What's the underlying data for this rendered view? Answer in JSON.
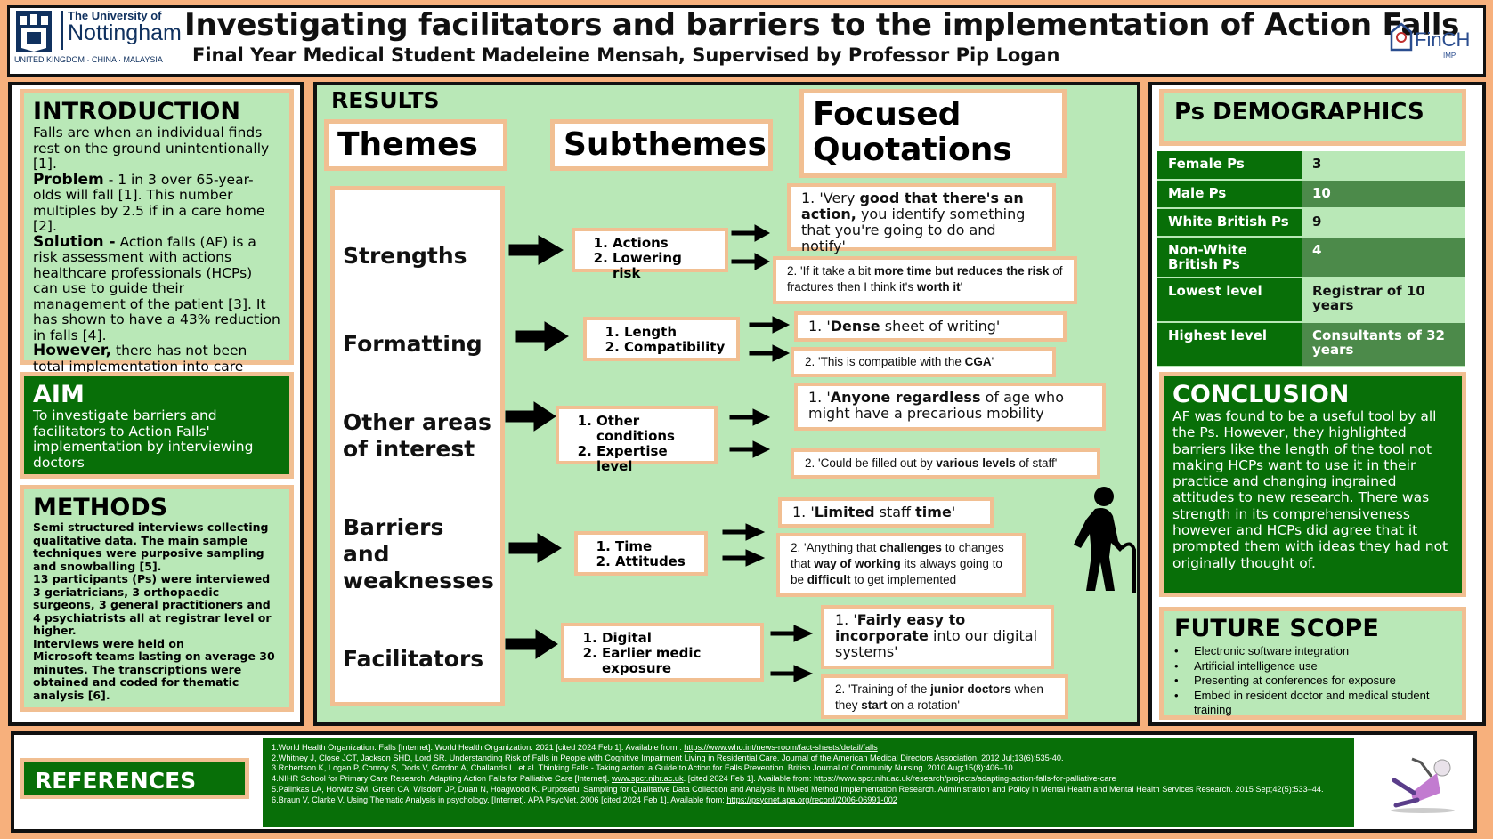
{
  "header": {
    "university": {
      "the": "The University of",
      "name": "Nottingham",
      "tagline": "UNITED KINGDOM · CHINA · MALAYSIA"
    },
    "title": "Investigating facilitators and barriers to the implementation of Action Falls",
    "subtitle": "Final Year Medical Student Madeleine Mensah, Supervised by Professor Pip Logan",
    "partner_logo": {
      "text": "FinCH",
      "sub": "IMP"
    }
  },
  "introduction": {
    "title": "INTRODUCTION",
    "p1": "Falls are when an individual finds rest on the ground unintentionally [1].",
    "problem_label": "Problem",
    "problem_text": " - 1 in 3 over 65-year-olds will fall [1]. This number multiples by 2.5 if in a care home [2].",
    "solution_label": "Solution -",
    "solution_text": " Action falls (AF) is a risk assessment with actions healthcare professionals (HCPs) can use to guide their management of the patient [3]. It has shown to have a 43% reduction in falls [4].",
    "however_label": "However,",
    "however_text": " there has not been total implementation into care homes limiting the number of vulnerable people it could benefit."
  },
  "aim": {
    "title": "AIM",
    "text": "To investigate barriers and facilitators to Action Falls' implementation by interviewing doctors"
  },
  "methods": {
    "title": "METHODS",
    "p1": "Semi structured interviews collecting qualitative data. The main sample techniques were purposive sampling and snowballing [5].",
    "p2": "13 participants (Ps) were interviewed 3 geriatricians, 3 orthopaedic surgeons, 3 general practitioners and 4 psychiatrists all at registrar level or higher.",
    "p3": "Interviews were held on",
    "p4": "Microsoft teams lasting on average 30 minutes. The transcriptions were obtained and coded for thematic analysis [6]."
  },
  "results": {
    "title": "RESULTS",
    "themes_head": "Themes",
    "subthemes_head": "Subthemes",
    "quotes_head_1": "Focused",
    "quotes_head_2": "Quotations",
    "themes": [
      {
        "l1": "Strengths",
        "l2": "",
        "l3": ""
      },
      {
        "l1": "Formatting",
        "l2": "",
        "l3": ""
      },
      {
        "l1": "Other areas",
        "l2": "of interest",
        "l3": ""
      },
      {
        "l1": "Barriers",
        "l2": "and",
        "l3": "weaknesses"
      },
      {
        "l1": "Facilitators",
        "l2": "",
        "l3": ""
      }
    ],
    "subthemes": [
      [
        "Actions",
        "Lowering risk"
      ],
      [
        "Length",
        "Compatibility"
      ],
      [
        "Other conditions",
        "Expertise level"
      ],
      [
        "Time",
        "Attitudes"
      ],
      [
        "Digital",
        "Earlier medic exposure"
      ]
    ],
    "quotes": {
      "s1": {
        "a": "1. 'Very ",
        "b": "good that there's an action,",
        "c": " you identify something that you're going to do and notify'"
      },
      "s2": {
        "a": "2. 'If it take a bit ",
        "b": "more time but reduces the risk",
        "c": " of fractures then I think it's ",
        "d": "worth it",
        "e": "'"
      },
      "f1": {
        "a": "1. '",
        "b": "Dense",
        "c": " sheet of writing'"
      },
      "f2": {
        "a": "2. 'This is compatible with the ",
        "b": "CGA",
        "c": "'"
      },
      "o1": {
        "a": "1. '",
        "b": "Anyone regardless",
        "c": " of age who might have a precarious mobility"
      },
      "o2": {
        "a": "2. 'Could be filled out by ",
        "b": "various levels",
        "c": " of staff'"
      },
      "b1": {
        "a": "1. '",
        "b": "Limited",
        "c": " staff ",
        "d": "time",
        "e": "'"
      },
      "b2": {
        "a": "2. 'Anything that ",
        "b": "challenges",
        "c": " to changes that ",
        "d": "way of working",
        "e": " its always going to be ",
        "f": "difficult",
        "g": " to get implemented"
      },
      "fa1": {
        "a": "1. '",
        "b": "Fairly easy to incorporate",
        "c": " into our digital systems'"
      },
      "fa2": {
        "a": "2. 'Training of the ",
        "b": "junior doctors",
        "c": " when they ",
        "d": "start",
        "e": " on a rotation'"
      }
    }
  },
  "demographics": {
    "title": "Ps DEMOGRAPHICS",
    "rows": [
      {
        "k": "Female Ps",
        "v": "3"
      },
      {
        "k": "Male Ps",
        "v": "10"
      },
      {
        "k": "White British Ps",
        "v": "9"
      },
      {
        "k": "Non-White British Ps",
        "v": "4"
      },
      {
        "k": "Lowest level",
        "v": "Registrar of 10 years"
      },
      {
        "k": "Highest level",
        "v": "Consultants of 32 years"
      }
    ]
  },
  "conclusion": {
    "title": "CONCLUSION",
    "text": "AF was found to be a useful tool by all the Ps. However, they highlighted barriers like the length of the tool not making HCPs want to use it in their practice and changing ingrained attitudes to new research. There was strength in its comprehensiveness however and HCPs did agree that it prompted them with ideas they had not originally thought of."
  },
  "future_scope": {
    "title": "FUTURE SCOPE",
    "items": [
      "Electronic software integration",
      "Artificial intelligence use",
      "Presenting at conferences for exposure",
      "Embed in resident doctor and medical student training"
    ]
  },
  "references": {
    "title": "REFERENCES",
    "items": [
      {
        "text": "1.World Health Organization. Falls [Internet]. World Health Organization. 2021 [cited 2024 Feb 1]. Available from : ",
        "link": "https://www.who.int/news-room/fact-sheets/detail/falls",
        "after": ""
      },
      {
        "text": "2.Whitney J, Close JCT, Jackson SHD, Lord SR. Understanding Risk of Falls in People with Cognitive Impairment Living in Residential Care. Journal of the American Medical Directors Association. 2012 Jul;13(6):535-40.",
        "link": "",
        "after": ""
      },
      {
        "text": "3.Robertson K, Logan P, Conroy S, Dods V, Gordon A, Challands L, et al. Thinking Falls - Taking action: a Guide to Action for Falls Prevention. British Journal of Community Nursing. 2010 Aug;15(8):406–10.",
        "link": "",
        "after": ""
      },
      {
        "text": "4.NIHR School for Primary Care Research. Adapting Action Falls for Palliative Care [Internet]. ",
        "link": "www.spcr.nihr.ac.uk",
        "after": ". [cited 2024 Feb 1]. Available from: https://www.spcr.nihr.ac.uk/research/projects/adapting-action-falls-for-palliative-care"
      },
      {
        "text": "5.Palinkas LA, Horwitz SM, Green CA, Wisdom JP, Duan N, Hoagwood K. Purposeful Sampling for Qualitative Data Collection and Analysis in Mixed Method Implementation Research. Administration and Policy in Mental Health and Mental Health Services Research. 2015 Sep;42(5):533–44.",
        "link": "",
        "after": ""
      },
      {
        "text": "6.Braun V, Clarke V. Using Thematic Analysis in psychology. [Internet]. APA PsycNet. 2006 [cited 2024 Feb 1]. Available from: ",
        "link": "https://psycnet.apa.org/record/2006-06991-002",
        "after": ""
      }
    ]
  },
  "colors": {
    "dark_green": "#086f08",
    "light_green": "#b9e8b7",
    "beige_border": "#f1bf92",
    "background": "#f7b07c"
  },
  "icons": [
    "university-crest-icon",
    "finch-logo-icon",
    "elderly-person-icon",
    "falling-person-icon",
    "arrow-right-icon"
  ]
}
